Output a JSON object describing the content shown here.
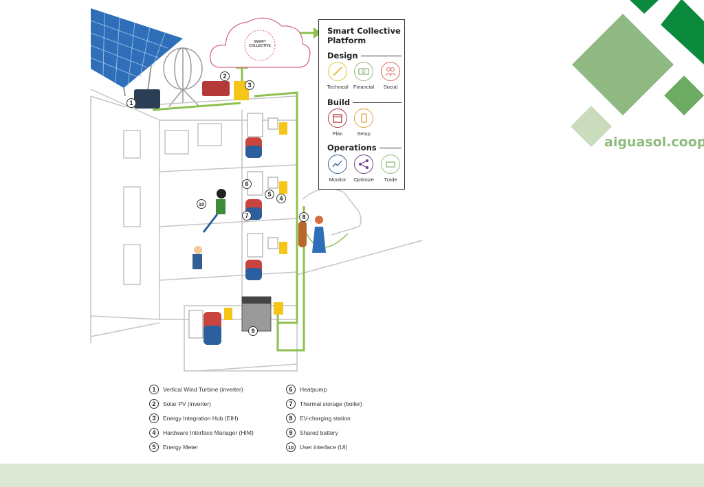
{
  "platform": {
    "title": "Smart Collective Platform",
    "cloud_logo_text": "SMART COLLECTIVE",
    "sections": [
      {
        "heading": "Design",
        "items": [
          {
            "label": "Technical",
            "icon": "ruler-pencil-icon",
            "color": "#e0c23a"
          },
          {
            "label": "Financial",
            "icon": "banknote-icon",
            "color": "#8fbb7d"
          },
          {
            "label": "Social",
            "icon": "people-icon",
            "color": "#d9655b"
          }
        ]
      },
      {
        "heading": "Build",
        "items": [
          {
            "label": "Plan",
            "icon": "calendar-icon",
            "color": "#b0353f"
          },
          {
            "label": "Setup",
            "icon": "phone-setup-icon",
            "color": "#e59c3a"
          }
        ]
      },
      {
        "heading": "Operations",
        "items": [
          {
            "label": "Monitor",
            "icon": "chart-monitor-icon",
            "color": "#2f5f93"
          },
          {
            "label": "Optimize",
            "icon": "network-icon",
            "color": "#6b3d87"
          },
          {
            "label": "Trade",
            "icon": "battery-trade-icon",
            "color": "#8fbb7d"
          }
        ]
      }
    ]
  },
  "brand": {
    "name": "aiguasol.coop",
    "color": "#8fbb7d",
    "accent_dark": "#0b8a3e"
  },
  "legend": [
    {
      "num": "1",
      "text": "Vertical Wind Turbine (inverter)"
    },
    {
      "num": "2",
      "text": "Solar PV (inverter)"
    },
    {
      "num": "3",
      "text": "Energy Integration Hub (EIH)"
    },
    {
      "num": "4",
      "text": "Hardware Interface Manager (HIM)"
    },
    {
      "num": "5",
      "text": "Energy Meter"
    },
    {
      "num": "6",
      "text": "Heatpump"
    },
    {
      "num": "7",
      "text": "Thermal storage (boiler)"
    },
    {
      "num": "8",
      "text": "EV-charging station"
    },
    {
      "num": "9",
      "text": "Shared battery"
    },
    {
      "num": "10",
      "text": "User interface (UI)"
    }
  ],
  "colors": {
    "flow": "#8cc04f",
    "device": "#f5c518",
    "tank_red": "#c9433f",
    "tank_blue": "#2b5f9e",
    "footer": "#dbe7d3"
  }
}
